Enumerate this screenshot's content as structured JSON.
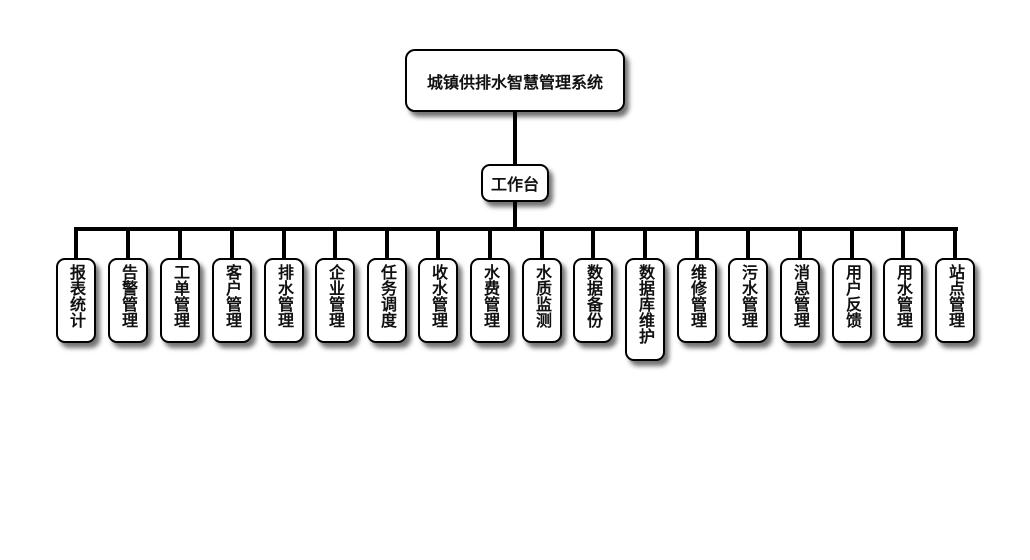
{
  "diagram": {
    "title": "城镇供排水智慧管理系统",
    "hub": "工作台",
    "modules": [
      {
        "label": "报表统计"
      },
      {
        "label": "告警管理"
      },
      {
        "label": "工单管理"
      },
      {
        "label": "客户管理"
      },
      {
        "label": "排水管理"
      },
      {
        "label": "企业管理"
      },
      {
        "label": "任务调度"
      },
      {
        "label": "收水管理"
      },
      {
        "label": "水费管理"
      },
      {
        "label": "水质监测"
      },
      {
        "label": "数据备份"
      },
      {
        "label": "数据库维护"
      },
      {
        "label": "维修管理"
      },
      {
        "label": "污水管理"
      },
      {
        "label": "消息管理"
      },
      {
        "label": "用户反馈"
      },
      {
        "label": "用水管理"
      },
      {
        "label": "站点管理"
      }
    ]
  },
  "colors": {
    "line": "#000000",
    "node_border": "#000000",
    "node_fill": "#ffffff",
    "text": "#111111"
  }
}
